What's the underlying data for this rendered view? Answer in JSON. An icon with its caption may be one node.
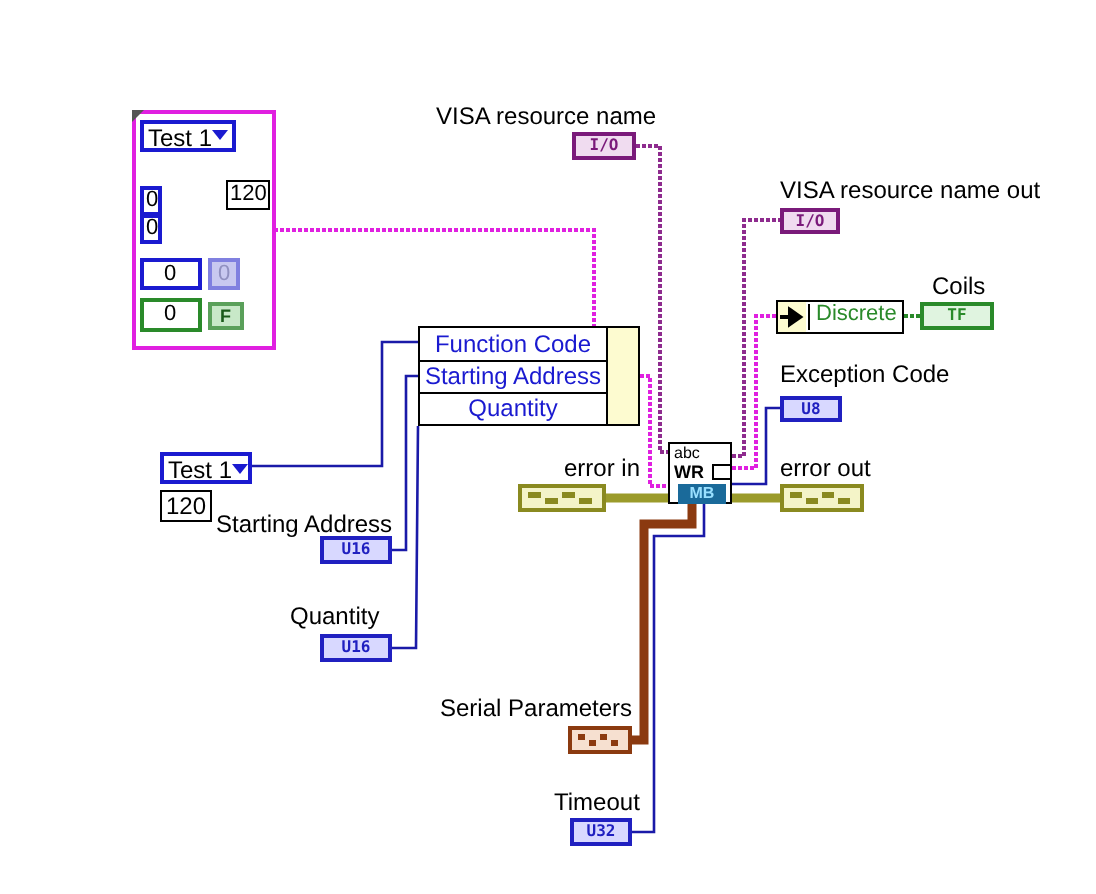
{
  "diagram": {
    "nodes": [
      {
        "text": [
          "Test 1",
          "120",
          "0",
          "0",
          "0",
          "0",
          "0",
          "F"
        ]
      },
      {
        "text": [
          "Function Code",
          "Starting Address",
          "Quantity"
        ]
      },
      {
        "text": [
          "Test 1"
        ],
        "beside": [
          "120"
        ]
      },
      {
        "text": [
          "U16"
        ],
        "beside": [
          "Starting Address"
        ]
      },
      {
        "text": [
          "U16"
        ],
        "beside": [
          "Quantity"
        ]
      },
      {
        "text": [
          "I/O"
        ],
        "beside": [
          "VISA resource name"
        ]
      },
      {
        "text": [],
        "shape": "box",
        "beside": [
          "error in"
        ]
      },
      {
        "text": [],
        "shape": "box",
        "beside": [
          "Serial Parameters"
        ]
      },
      {
        "text": [
          "U32"
        ],
        "beside": [
          "Timeout"
        ]
      },
      {
        "text": [
          "abc",
          "WR",
          "MB"
        ]
      },
      {
        "text": [
          "I/O"
        ],
        "beside": [
          "VISA resource name out"
        ]
      },
      {
        "text": [
          "Discrete"
        ]
      },
      {
        "text": [
          "TF"
        ],
        "beside": [
          "Coils"
        ]
      },
      {
        "text": [
          "U8"
        ],
        "beside": [
          "Exception Code"
        ]
      },
      {
        "text": [],
        "shape": "box",
        "beside": [
          "error out"
        ]
      }
    ],
    "edges": [
      {
        "from": 0,
        "to": 1,
        "arrow": "none",
        "style": "dashed",
        "color": "#e020e0"
      },
      {
        "from": 2,
        "to": 1,
        "arrow": "none"
      },
      {
        "from": 3,
        "to": 1,
        "arrow": "none"
      },
      {
        "from": 4,
        "to": 1,
        "arrow": "none"
      },
      {
        "from": 1,
        "to": 9,
        "arrow": "none",
        "style": "dashed",
        "color": "#e020e0"
      },
      {
        "from": 5,
        "to": 9,
        "arrow": "none",
        "style": "dashed",
        "color": "#8e2b8e"
      },
      {
        "from": 6,
        "to": 9,
        "arrow": "none",
        "style": "thick",
        "color": "#9b9b2b"
      },
      {
        "from": 7,
        "to": 9,
        "arrow": "none",
        "style": "thick",
        "color": "#8b3a10"
      },
      {
        "from": 8,
        "to": 9,
        "arrow": "none"
      },
      {
        "from": 9,
        "to": 10,
        "arrow": "none",
        "style": "dashed",
        "color": "#8e2b8e"
      },
      {
        "from": 9,
        "to": 11,
        "arrow": "none",
        "style": "dashed",
        "color": "#e020e0"
      },
      {
        "from": 11,
        "to": 12,
        "arrow": "none",
        "style": "dashed",
        "color": "#2a8a2a"
      },
      {
        "from": 9,
        "to": 13,
        "arrow": "none"
      },
      {
        "from": 9,
        "to": 14,
        "arrow": "none",
        "style": "thick",
        "color": "#9b9b2b"
      }
    ]
  }
}
